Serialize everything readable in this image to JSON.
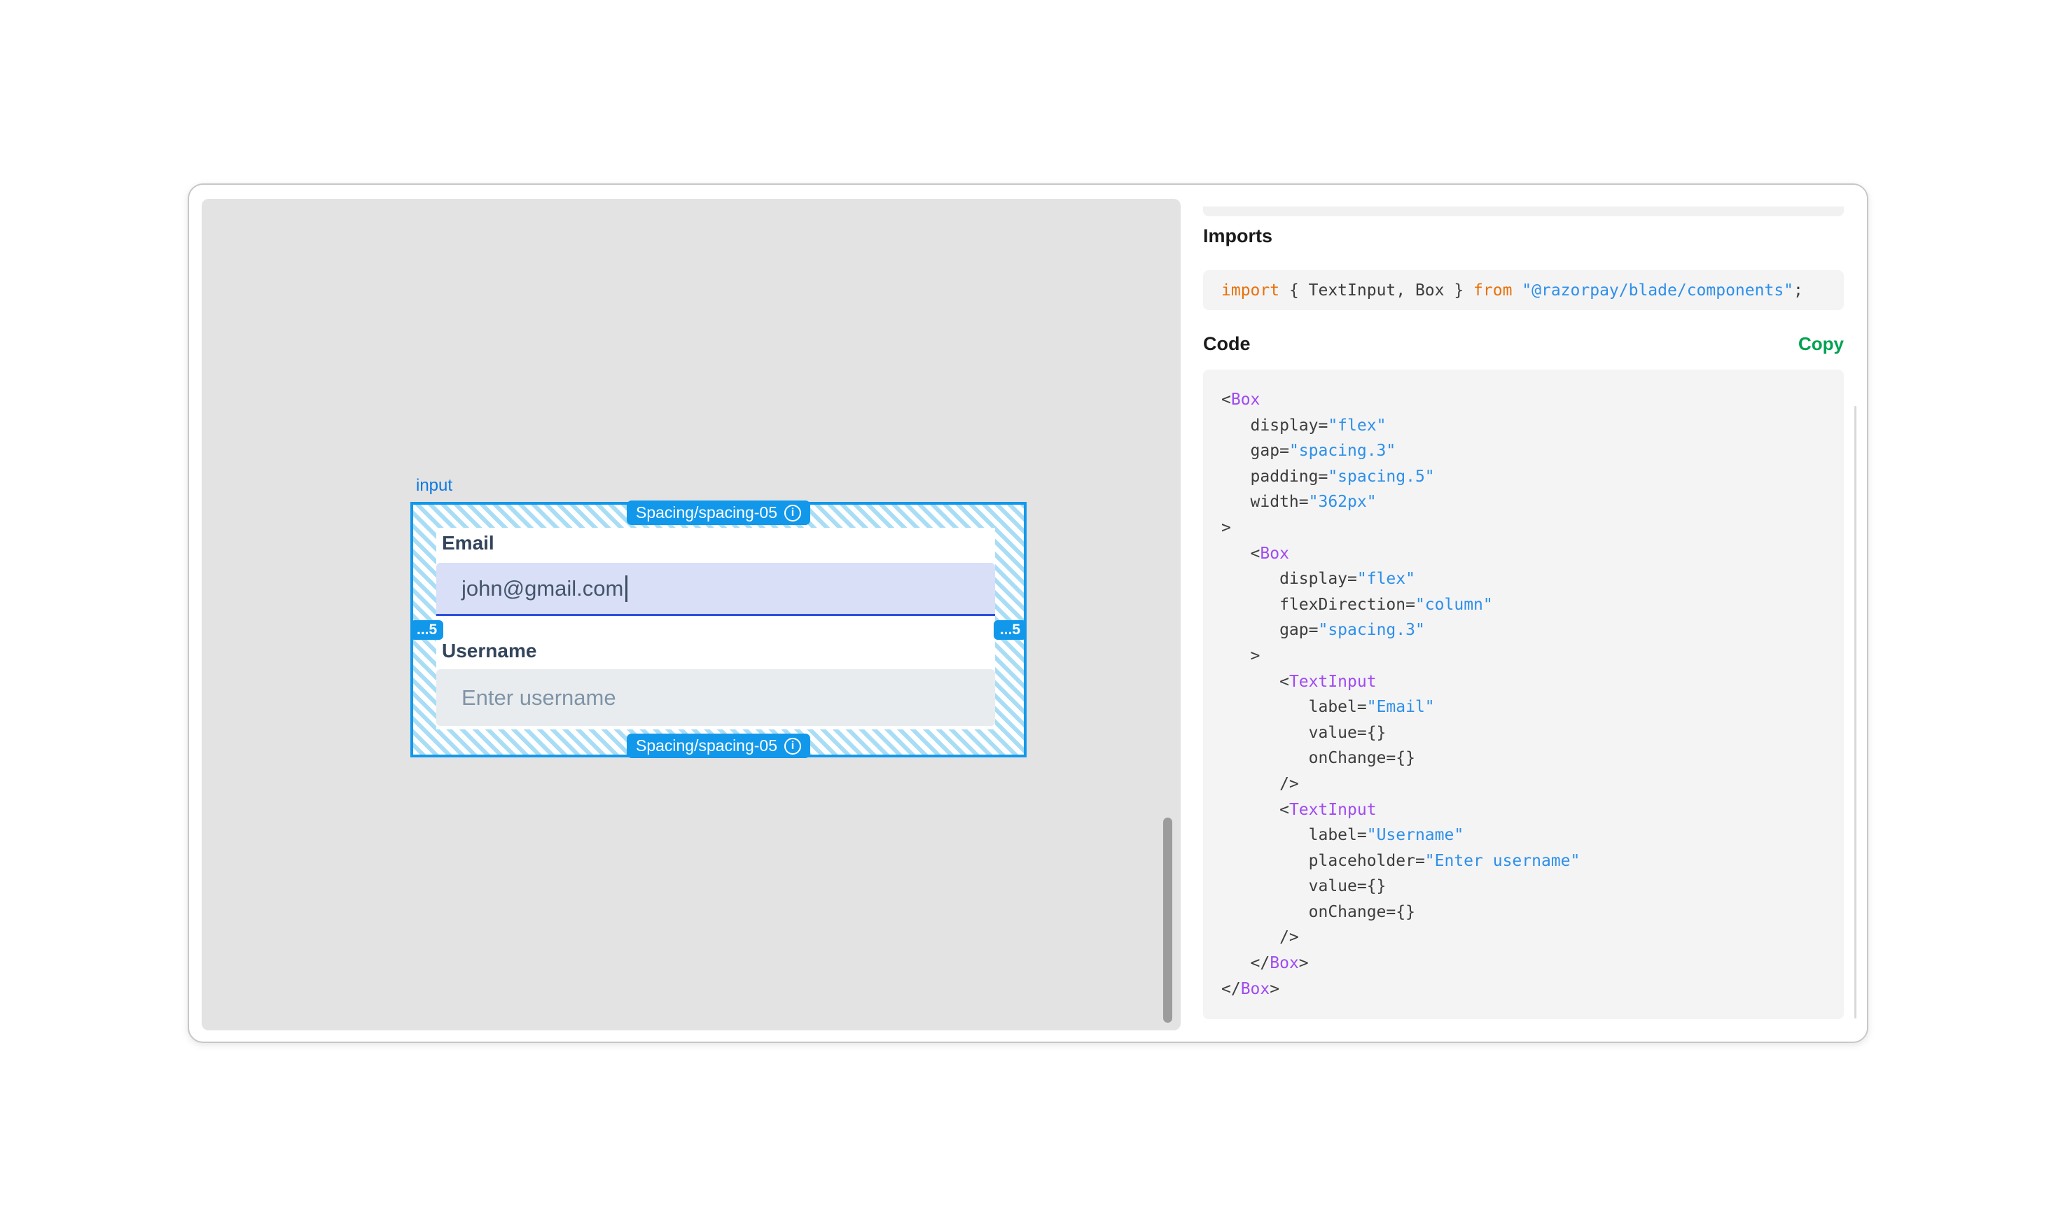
{
  "canvas": {
    "selection_label": "input",
    "badges": {
      "top": "Spacing/spacing-05",
      "bottom": "Spacing/spacing-05",
      "left": "...5",
      "right": "...5"
    },
    "form": {
      "email_label": "Email",
      "email_value": "john@gmail.com",
      "username_label": "Username",
      "username_placeholder": "Enter username"
    }
  },
  "icons": {
    "info": "i"
  },
  "panel": {
    "imports_heading": "Imports",
    "code_heading": "Code",
    "copy_label": "Copy",
    "import_tokens": [
      {
        "t": "import",
        "c": "kw"
      },
      {
        "t": " { TextInput, Box } ",
        "c": "p"
      },
      {
        "t": "from",
        "c": "kw"
      },
      {
        "t": " ",
        "c": "p"
      },
      {
        "t": "\"@razorpay/blade/components\"",
        "c": "str"
      },
      {
        "t": ";",
        "c": "p"
      }
    ],
    "code_lines": [
      [
        {
          "t": "<",
          "c": "p"
        },
        {
          "t": "Box",
          "c": "tag"
        }
      ],
      [
        {
          "t": "   display=",
          "c": "p"
        },
        {
          "t": "\"flex\"",
          "c": "str"
        }
      ],
      [
        {
          "t": "   gap=",
          "c": "p"
        },
        {
          "t": "\"spacing.3\"",
          "c": "str"
        }
      ],
      [
        {
          "t": "   padding=",
          "c": "p"
        },
        {
          "t": "\"spacing.5\"",
          "c": "str"
        }
      ],
      [
        {
          "t": "   width=",
          "c": "p"
        },
        {
          "t": "\"362px\"",
          "c": "str"
        }
      ],
      [
        {
          "t": ">",
          "c": "p"
        }
      ],
      [
        {
          "t": "   <",
          "c": "p"
        },
        {
          "t": "Box",
          "c": "tag"
        }
      ],
      [
        {
          "t": "      display=",
          "c": "p"
        },
        {
          "t": "\"flex\"",
          "c": "str"
        }
      ],
      [
        {
          "t": "      flexDirection=",
          "c": "p"
        },
        {
          "t": "\"column\"",
          "c": "str"
        }
      ],
      [
        {
          "t": "      gap=",
          "c": "p"
        },
        {
          "t": "\"spacing.3\"",
          "c": "str"
        }
      ],
      [
        {
          "t": "   >",
          "c": "p"
        }
      ],
      [
        {
          "t": "      <",
          "c": "p"
        },
        {
          "t": "TextInput",
          "c": "tag"
        }
      ],
      [
        {
          "t": "         label=",
          "c": "p"
        },
        {
          "t": "\"Email\"",
          "c": "str"
        }
      ],
      [
        {
          "t": "         value={}",
          "c": "p"
        }
      ],
      [
        {
          "t": "         onChange={}",
          "c": "p"
        }
      ],
      [
        {
          "t": "      />",
          "c": "p"
        }
      ],
      [
        {
          "t": "      <",
          "c": "p"
        },
        {
          "t": "TextInput",
          "c": "tag"
        }
      ],
      [
        {
          "t": "         label=",
          "c": "p"
        },
        {
          "t": "\"Username\"",
          "c": "str"
        }
      ],
      [
        {
          "t": "         placeholder=",
          "c": "p"
        },
        {
          "t": "\"Enter username\"",
          "c": "str"
        }
      ],
      [
        {
          "t": "         value={}",
          "c": "p"
        }
      ],
      [
        {
          "t": "         onChange={}",
          "c": "p"
        }
      ],
      [
        {
          "t": "      />",
          "c": "p"
        }
      ],
      [
        {
          "t": "   </",
          "c": "p"
        },
        {
          "t": "Box",
          "c": "tag"
        },
        {
          "t": ">",
          "c": "p"
        }
      ],
      [
        {
          "t": "</",
          "c": "p"
        },
        {
          "t": "Box",
          "c": "tag"
        },
        {
          "t": ">",
          "c": "p"
        }
      ]
    ]
  }
}
